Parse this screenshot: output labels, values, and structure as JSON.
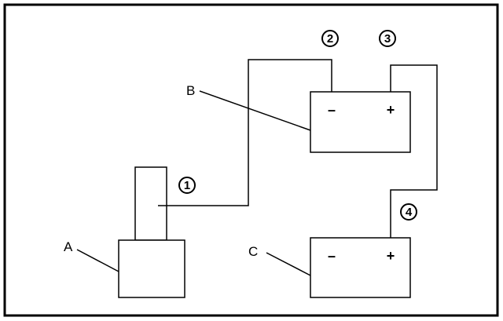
{
  "labels": {
    "a": "A",
    "b": "B",
    "c": "C"
  },
  "terminals": {
    "b_negative": "–",
    "b_positive": "+",
    "c_negative": "–",
    "c_positive": "+"
  },
  "callouts": {
    "one": "1",
    "two": "2",
    "three": "3",
    "four": "4"
  }
}
